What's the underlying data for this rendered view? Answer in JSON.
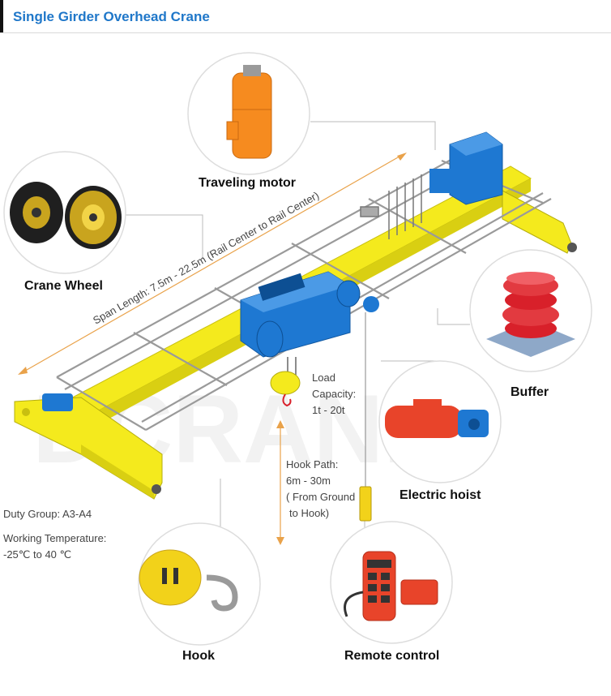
{
  "header": {
    "title": "Single Girder Overhead Crane"
  },
  "labels": {
    "traveling_motor": "Traveling motor",
    "crane_wheel": "Crane Wheel",
    "buffer": "Buffer",
    "electric_hoist": "Electric hoist",
    "hook": "Hook",
    "remote_control": "Remote control"
  },
  "annotations": {
    "span_length": "Span Length: 7.5m - 22.5m (Rail Center to Rail Center)",
    "load_line1": "Load",
    "load_line2": "Capacity:",
    "load_line3": "1t - 20t",
    "hook_path_line1": "Hook Path:",
    "hook_path_line2": "6m - 30m",
    "hook_path_line3": "( From Ground",
    "hook_path_line4": "to Hook)",
    "duty_group": "Duty Group: A3-A4",
    "working_temp_label": "Working Temperature:",
    "working_temp_value": "-25℃ to 40 ℃"
  },
  "colors": {
    "title_blue": "#1f77c9",
    "crane_yellow": "#f2e81a",
    "hoist_blue": "#1e78d2",
    "motor_orange": "#f68b1f",
    "buffer_red": "#d8202a",
    "dimension_orange": "#e9a24a"
  }
}
